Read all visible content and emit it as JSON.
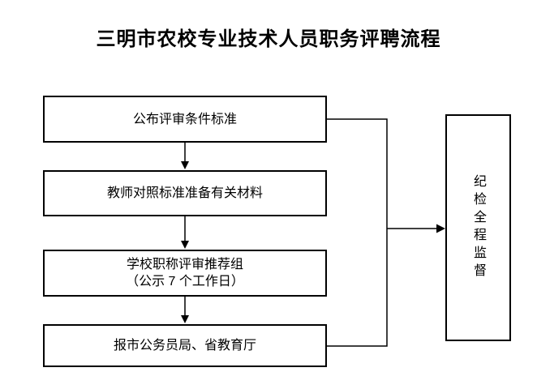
{
  "title": "三明市农校专业技术人员职务评聘流程",
  "flowchart": {
    "steps": [
      {
        "label": "公布评审条件标准"
      },
      {
        "label": "教师对照标准准备有关材料"
      },
      {
        "label": "学校职称评审推荐组",
        "sublabel": "（公示 7 个工作日）"
      },
      {
        "label": "报市公务员局、省教育厅"
      }
    ],
    "side_box": {
      "label": "纪检全程监督"
    }
  },
  "colors": {
    "background": "#ffffff",
    "line": "#000000",
    "text": "#000000"
  }
}
